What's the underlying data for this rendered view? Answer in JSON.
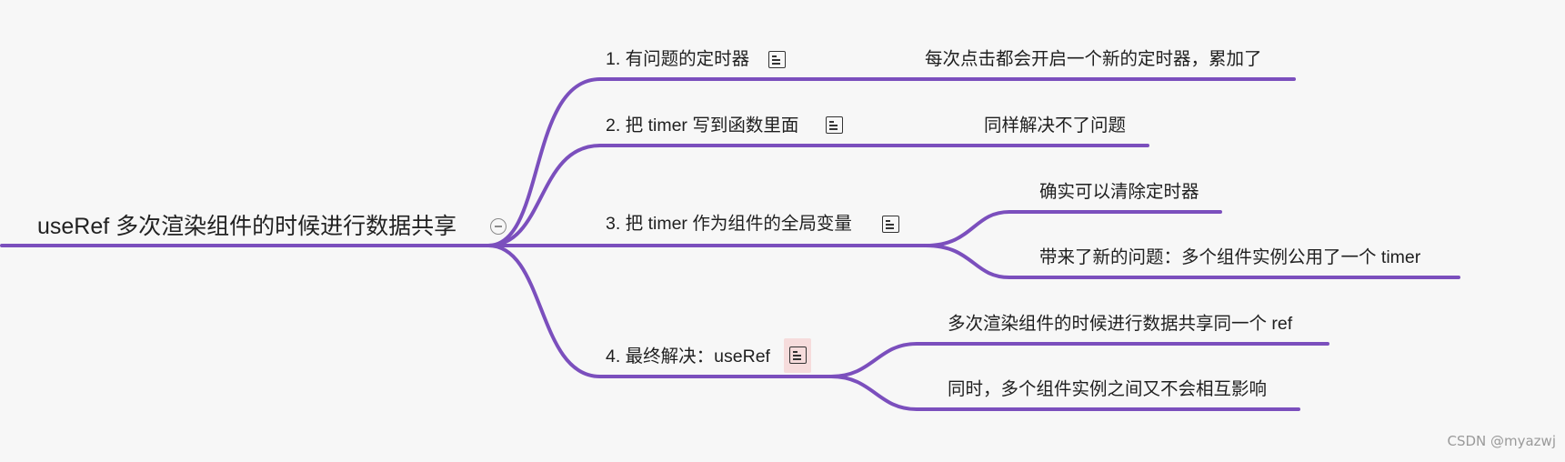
{
  "mindmap": {
    "root": {
      "label": "useRef 多次渲染组件的时候进行数据共享"
    },
    "branches": [
      {
        "label": "1. 有问题的定时器",
        "has_note": true,
        "children": [
          {
            "label": "每次点击都会开启一个新的定时器，累加了"
          }
        ]
      },
      {
        "label": "2. 把 timer 写到函数里面",
        "has_note": true,
        "children": [
          {
            "label": "同样解决不了问题"
          }
        ]
      },
      {
        "label": "3. 把 timer 作为组件的全局变量",
        "has_note": true,
        "children": [
          {
            "label": "确实可以清除定时器"
          },
          {
            "label": "带来了新的问题：多个组件实例公用了一个 timer"
          }
        ]
      },
      {
        "label": "4. 最终解决：useRef",
        "has_note": true,
        "note_highlighted": true,
        "children": [
          {
            "label": "多次渲染组件的时候进行数据共享同一个 ref"
          },
          {
            "label": "同时，多个组件实例之间又不会相互影响"
          }
        ]
      }
    ],
    "line_color": "#7b4fbd",
    "collapse_icon": "collapse-minus-icon",
    "note_icon": "note-icon"
  },
  "watermark": "CSDN @myazwj"
}
